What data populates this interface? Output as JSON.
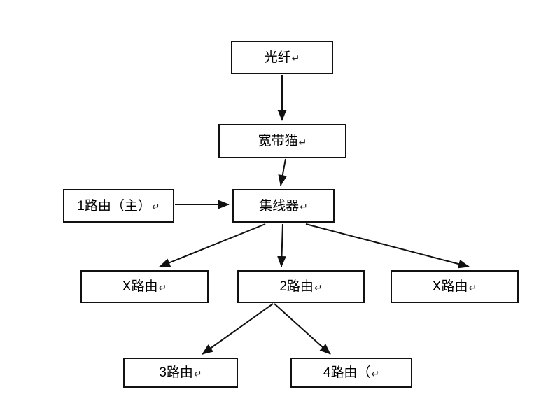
{
  "diagram": {
    "type": "flowchart",
    "title": "",
    "background_color": "#ffffff",
    "line_color": "#111111",
    "text_color": "#000000",
    "paragraph_mark": "↵",
    "nodes": [
      {
        "id": "fiber",
        "label": "光纤",
        "mark": "↵"
      },
      {
        "id": "modem",
        "label": "宽带猫",
        "mark": "↵"
      },
      {
        "id": "router1",
        "label": "1路由（主）",
        "mark": "↵"
      },
      {
        "id": "hub",
        "label": "集线器",
        "mark": "↵"
      },
      {
        "id": "routerx_l",
        "label": "X路由",
        "mark": "↵"
      },
      {
        "id": "router2",
        "label": "2路由",
        "mark": "↵"
      },
      {
        "id": "routerx_r",
        "label": "X路由",
        "mark": "↵"
      },
      {
        "id": "router3",
        "label": "3路由",
        "mark": "↵"
      },
      {
        "id": "router4",
        "label": "4路由（",
        "mark": "↵"
      }
    ],
    "edges": [
      {
        "from": "fiber",
        "to": "modem",
        "style": "arrow"
      },
      {
        "from": "modem",
        "to": "hub",
        "style": "arrow"
      },
      {
        "from": "router1",
        "to": "hub",
        "style": "arrow"
      },
      {
        "from": "hub",
        "to": "routerx_l",
        "style": "arrow"
      },
      {
        "from": "hub",
        "to": "router2",
        "style": "arrow"
      },
      {
        "from": "hub",
        "to": "routerx_r",
        "style": "arrow"
      },
      {
        "from": "router2",
        "to": "router3",
        "style": "arrow"
      },
      {
        "from": "router2",
        "to": "router4",
        "style": "arrow"
      }
    ]
  }
}
